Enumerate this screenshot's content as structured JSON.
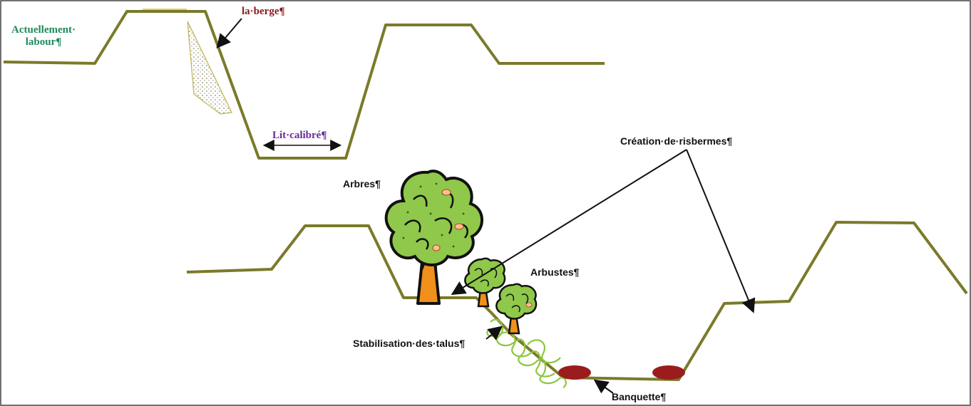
{
  "labels": {
    "actuellement_line1": "Actuellement·",
    "actuellement_line2": "labour¶",
    "berge": "la·berge¶",
    "lit_calibre": "Lit·calibré¶",
    "risbermes": "Création·de·risbermes¶",
    "arbres": "Arbres¶",
    "arbustes": "Arbustes¶",
    "stabilisation": "Stabilisation·des·talus¶",
    "banquette": "Banquette¶"
  },
  "colors": {
    "profile_line": "#7a7a2a",
    "label_green": "#1e8a5a",
    "label_red": "#8b1a1a",
    "label_purple": "#6a2a9a",
    "arrow": "#111111",
    "banquette_fill": "#9b1c1c",
    "foliage": "#8fc84a",
    "trunk": "#f0901a",
    "vine": "#8cc63f",
    "deposit": "#c8c070"
  },
  "icons": {
    "tree": "tree-icon",
    "shrub": "shrub-icon",
    "banquette": "banquette-ellipse",
    "vine": "vine-icon"
  }
}
